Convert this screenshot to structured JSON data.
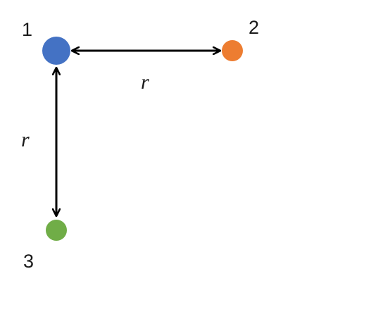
{
  "diagram": {
    "nodes": [
      {
        "id": "1",
        "label": "1",
        "color": "#4472c4"
      },
      {
        "id": "2",
        "label": "2",
        "color": "#ed7d31"
      },
      {
        "id": "3",
        "label": "3",
        "color": "#70ad47"
      }
    ],
    "edges": [
      {
        "from": "1",
        "to": "2",
        "label": "r",
        "bidirectional": true
      },
      {
        "from": "1",
        "to": "3",
        "label": "r",
        "bidirectional": true
      }
    ]
  }
}
